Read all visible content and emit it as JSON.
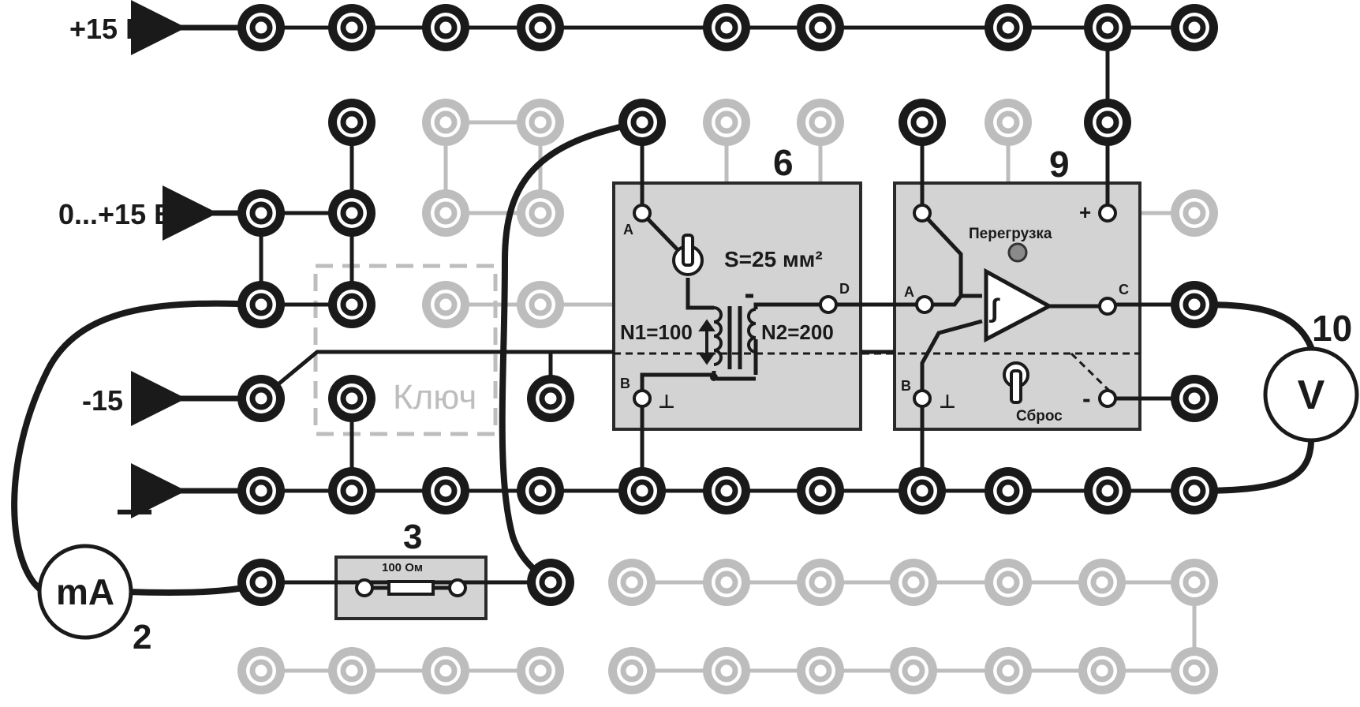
{
  "rails": {
    "plus15": "+15 В",
    "adj": "0...+15 В",
    "minus15": "-15 В",
    "ground": "⊥"
  },
  "modules": {
    "transformer": {
      "number": "6",
      "area": "S=25 мм²",
      "n1": "N1=100",
      "n2": "N2=200",
      "pin_a": "A",
      "pin_b": "B",
      "pin_d": "D",
      "ground": "⊥"
    },
    "integrator": {
      "number": "9",
      "overload": "Перегрузка",
      "reset": "Сброс",
      "pin_a": "A",
      "pin_b": "B",
      "pin_c": "C",
      "pin_plus": "+",
      "pin_minus": "-",
      "ground": "⊥"
    },
    "resistor": {
      "number": "3",
      "value": "100 Ом"
    },
    "key": {
      "label": "Ключ"
    }
  },
  "meters": {
    "ammeter": {
      "symbol": "mA",
      "number": "2"
    },
    "voltmeter": {
      "symbol": "V",
      "number": "10"
    }
  },
  "colors": {
    "wire": "#1a1a1a",
    "inactive": "#bdbdbd",
    "module_fill": "#d3d3d3",
    "module_border": "#2a2a2a"
  }
}
